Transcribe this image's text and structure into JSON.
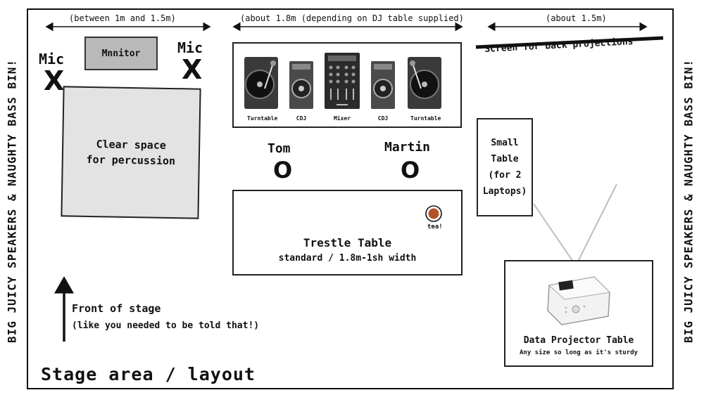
{
  "side_text_left": "BIG JUICY SPEAKERS & NAUGHTY BASS BIN!",
  "side_text_right": "BIG JUICY SPEAKERS & NAUGHTY BASS BIN!",
  "dimensions": {
    "left": "(between 1m and 1.5m)",
    "center": "(about 1.8m (depending on DJ table supplied)",
    "right": "(about 1.5m)"
  },
  "mic_left": {
    "label": "Mic",
    "mark": "X"
  },
  "mic_right": {
    "label": "Mic",
    "mark": "X"
  },
  "monitor": {
    "label": "Mnnitor"
  },
  "percussion": {
    "line1": "Clear space",
    "line2": "for percussion"
  },
  "dj_setup": {
    "items": [
      {
        "label": "Turntable",
        "icon": "turntable-icon"
      },
      {
        "label": "CDJ",
        "icon": "cdj-icon"
      },
      {
        "label": "Mixer",
        "icon": "mixer-icon"
      },
      {
        "label": "CDJ",
        "icon": "cdj-icon"
      },
      {
        "label": "Turntable",
        "icon": "turntable-icon"
      }
    ]
  },
  "people": [
    {
      "name": "Tom",
      "mark": "O"
    },
    {
      "name": "Martin",
      "mark": "O"
    }
  ],
  "trestle_table": {
    "title": "Trestle Table",
    "subtitle": "standard / 1.8m-1sh width",
    "tea_label": "tea!"
  },
  "screen": {
    "label": "Screen for back projections"
  },
  "small_table": {
    "line1": "Small",
    "line2": "Table",
    "line3": "(for 2",
    "line4": "Laptops)"
  },
  "projector_table": {
    "title": "Data Projector Table",
    "subtitle": "Any size so long as it's sturdy"
  },
  "front_of_stage": {
    "title": "Front of stage",
    "subtitle": "(like you needed to be told that!)"
  },
  "stage_title": "Stage area / layout",
  "colors": {
    "monitor_fill": "#b9b9b9",
    "percussion_fill": "#e3e3e3",
    "tea_fill": "#b0532a",
    "beam": "#bfbfbf"
  }
}
